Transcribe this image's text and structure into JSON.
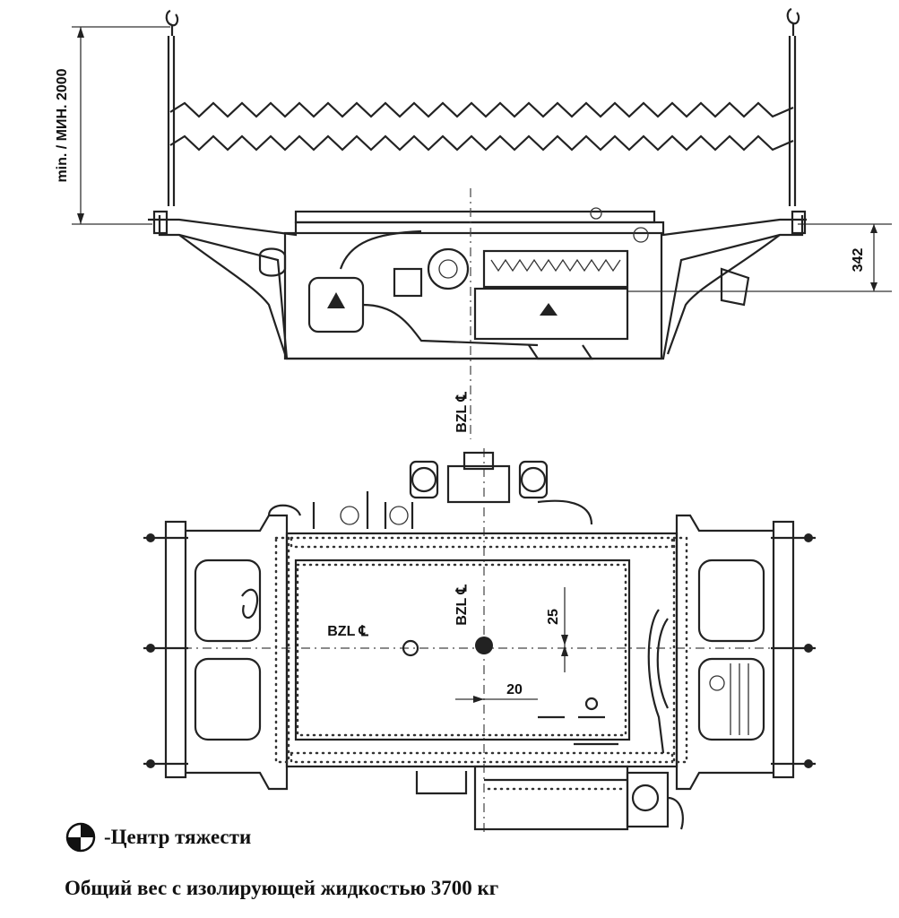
{
  "dimensions": {
    "min_height": "min. / МИН. 2000",
    "offset_342": "342",
    "offset_25": "25",
    "offset_20": "20"
  },
  "centerlines": {
    "side_view": "BZL ℄",
    "top_view_vertical": "BZL ℄",
    "top_view_horizontal": "BZL ℄"
  },
  "legend": {
    "symbol": "center-of-gravity-symbol",
    "label": "-Центр тяжести"
  },
  "total_weight": "Общий вес с изолирующей жидкостью 3700 кг"
}
